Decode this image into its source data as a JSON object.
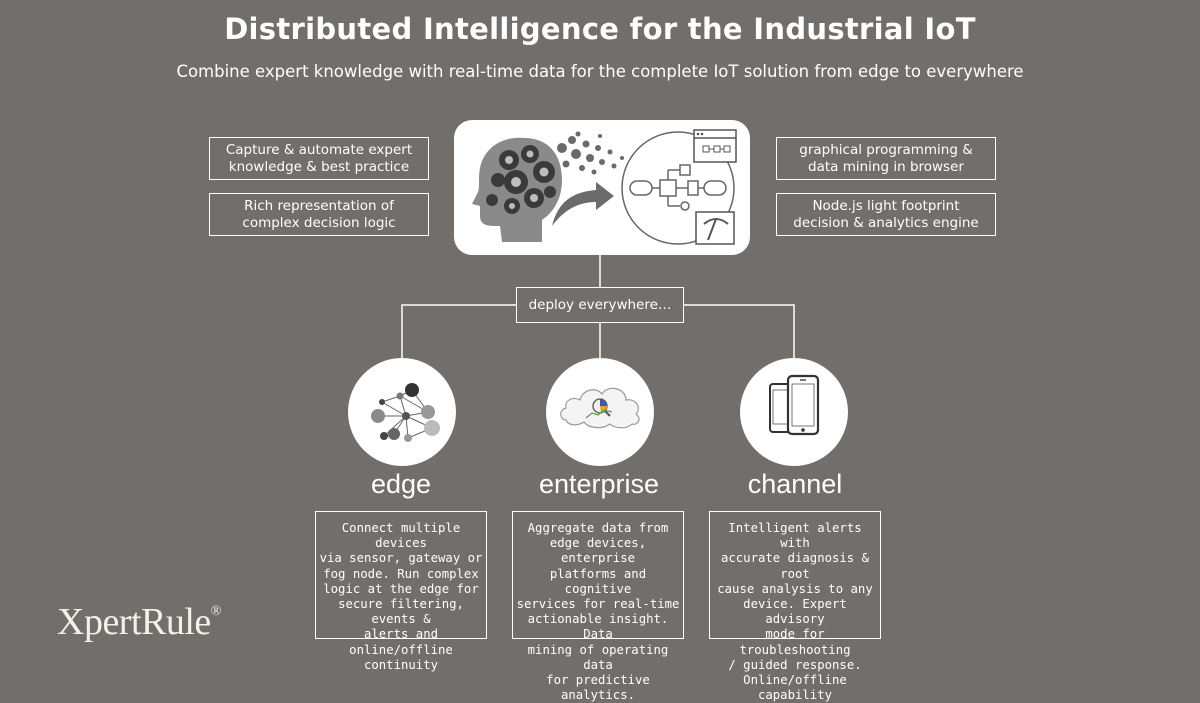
{
  "title": "Distributed Intelligence for the Industrial IoT",
  "subtitle": "Combine expert knowledge with real-time data for the complete IoT solution from edge to everywhere",
  "features_left": [
    "Capture & automate expert\nknowledge & best practice",
    "Rich representation of\ncomplex decision logic"
  ],
  "features_right": [
    "graphical programming &\ndata mining in browser",
    "Node.js light footprint\ndecision & analytics engine"
  ],
  "deploy_label": "deploy everywhere…",
  "columns": [
    {
      "title": "edge",
      "icon": "network-nodes-icon",
      "description": "Connect multiple devices\nvia sensor, gateway or\nfog node. Run complex\nlogic at the edge for\nsecure filtering, events &\nalerts and online/offline\ncontinuity"
    },
    {
      "title": "enterprise",
      "icon": "cloud-analytics-icon",
      "description": "Aggregate data from\nedge devices, enterprise\nplatforms and cognitive\nservices for real-time\nactionable insight. Data\nmining of operating data\nfor predictive analytics."
    },
    {
      "title": "channel",
      "icon": "mobile-devices-icon",
      "description": "Intelligent alerts with\naccurate diagnosis & root\ncause analysis to any\ndevice. Expert advisory\nmode for troubleshooting\n/ guided response.\nOnline/offline capability"
    }
  ],
  "hero_icons": [
    "brain-gears-icon",
    "arrow-icon",
    "flowchart-icon",
    "browser-icon",
    "pickaxe-icon"
  ],
  "logo": {
    "text": "XpertRule",
    "mark": "®"
  },
  "colors": {
    "background": "#716e6c",
    "panel": "#ffffff",
    "lines": "#ffffff"
  }
}
